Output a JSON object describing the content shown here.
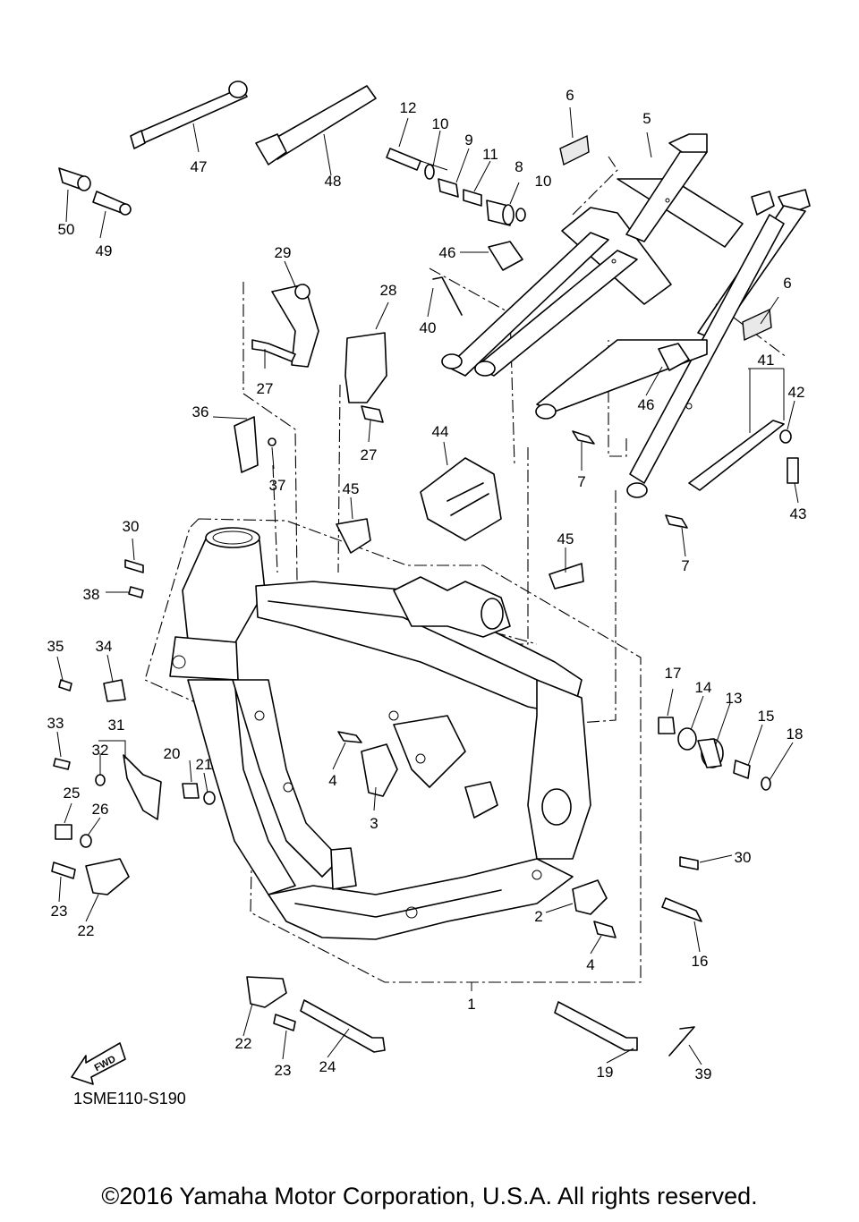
{
  "diagram": {
    "code": "1SME110-S190",
    "copyright": "©2016 Yamaha Motor Corporation, U.S.A. All rights reserved.",
    "direction_label": "FWD",
    "labels": [
      "1",
      "2",
      "2",
      "3",
      "4",
      "4",
      "5",
      "6",
      "6",
      "7",
      "7",
      "8",
      "9",
      "10",
      "10",
      "11",
      "12",
      "13",
      "14",
      "15",
      "16",
      "17",
      "18",
      "19",
      "20",
      "21",
      "22",
      "22",
      "23",
      "23",
      "24",
      "25",
      "26",
      "27",
      "27",
      "28",
      "29",
      "30",
      "30",
      "31",
      "32",
      "33",
      "34",
      "35",
      "36",
      "37",
      "38",
      "39",
      "40",
      "41",
      "42",
      "43",
      "44",
      "45",
      "45",
      "46",
      "46",
      "47",
      "48",
      "49",
      "50"
    ]
  }
}
